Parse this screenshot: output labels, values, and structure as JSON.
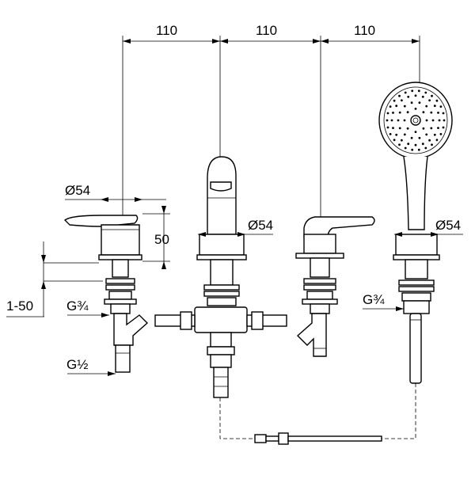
{
  "dimensions": {
    "spacing_1": "110",
    "spacing_2": "110",
    "spacing_3": "110",
    "diameter_lever_left": "Ø54",
    "diameter_spout": "Ø54",
    "diameter_handshower": "Ø54",
    "lever_height": "50",
    "deck_range": "1-50",
    "thread_left_upper": "G¾",
    "thread_left_lower": "G½",
    "thread_right": "G¾"
  },
  "colors": {
    "line": "#000000",
    "background": "#ffffff"
  }
}
